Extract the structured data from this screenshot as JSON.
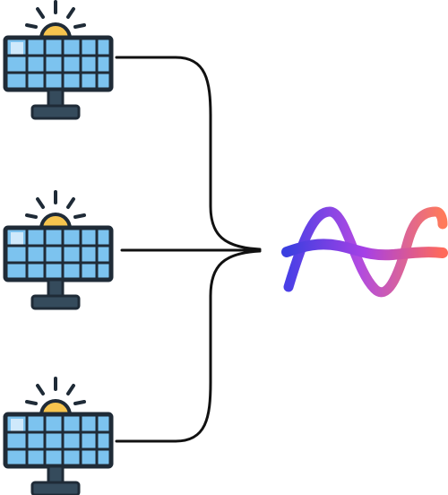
{
  "diagram": {
    "nodes": [
      {
        "id": "solar-panel-1",
        "icon": "solar-panel-icon"
      },
      {
        "id": "solar-panel-2",
        "icon": "solar-panel-icon"
      },
      {
        "id": "solar-panel-3",
        "icon": "solar-panel-icon"
      },
      {
        "id": "combined-wave",
        "icon": "wave-logo-icon"
      }
    ],
    "edges": [
      {
        "from": "solar-panel-1",
        "to": "combined-wave"
      },
      {
        "from": "solar-panel-2",
        "to": "combined-wave"
      },
      {
        "from": "solar-panel-3",
        "to": "combined-wave"
      }
    ]
  },
  "colors": {
    "panel_fill": "#7cc3ef",
    "panel_light": "#cfe9fb",
    "outline": "#1f2b37",
    "stand": "#354b5c",
    "sun": "#f6c44e",
    "wave_start": "#3b3fe0",
    "wave_mid": "#a640e6",
    "wave_end": "#ff6a5a"
  }
}
